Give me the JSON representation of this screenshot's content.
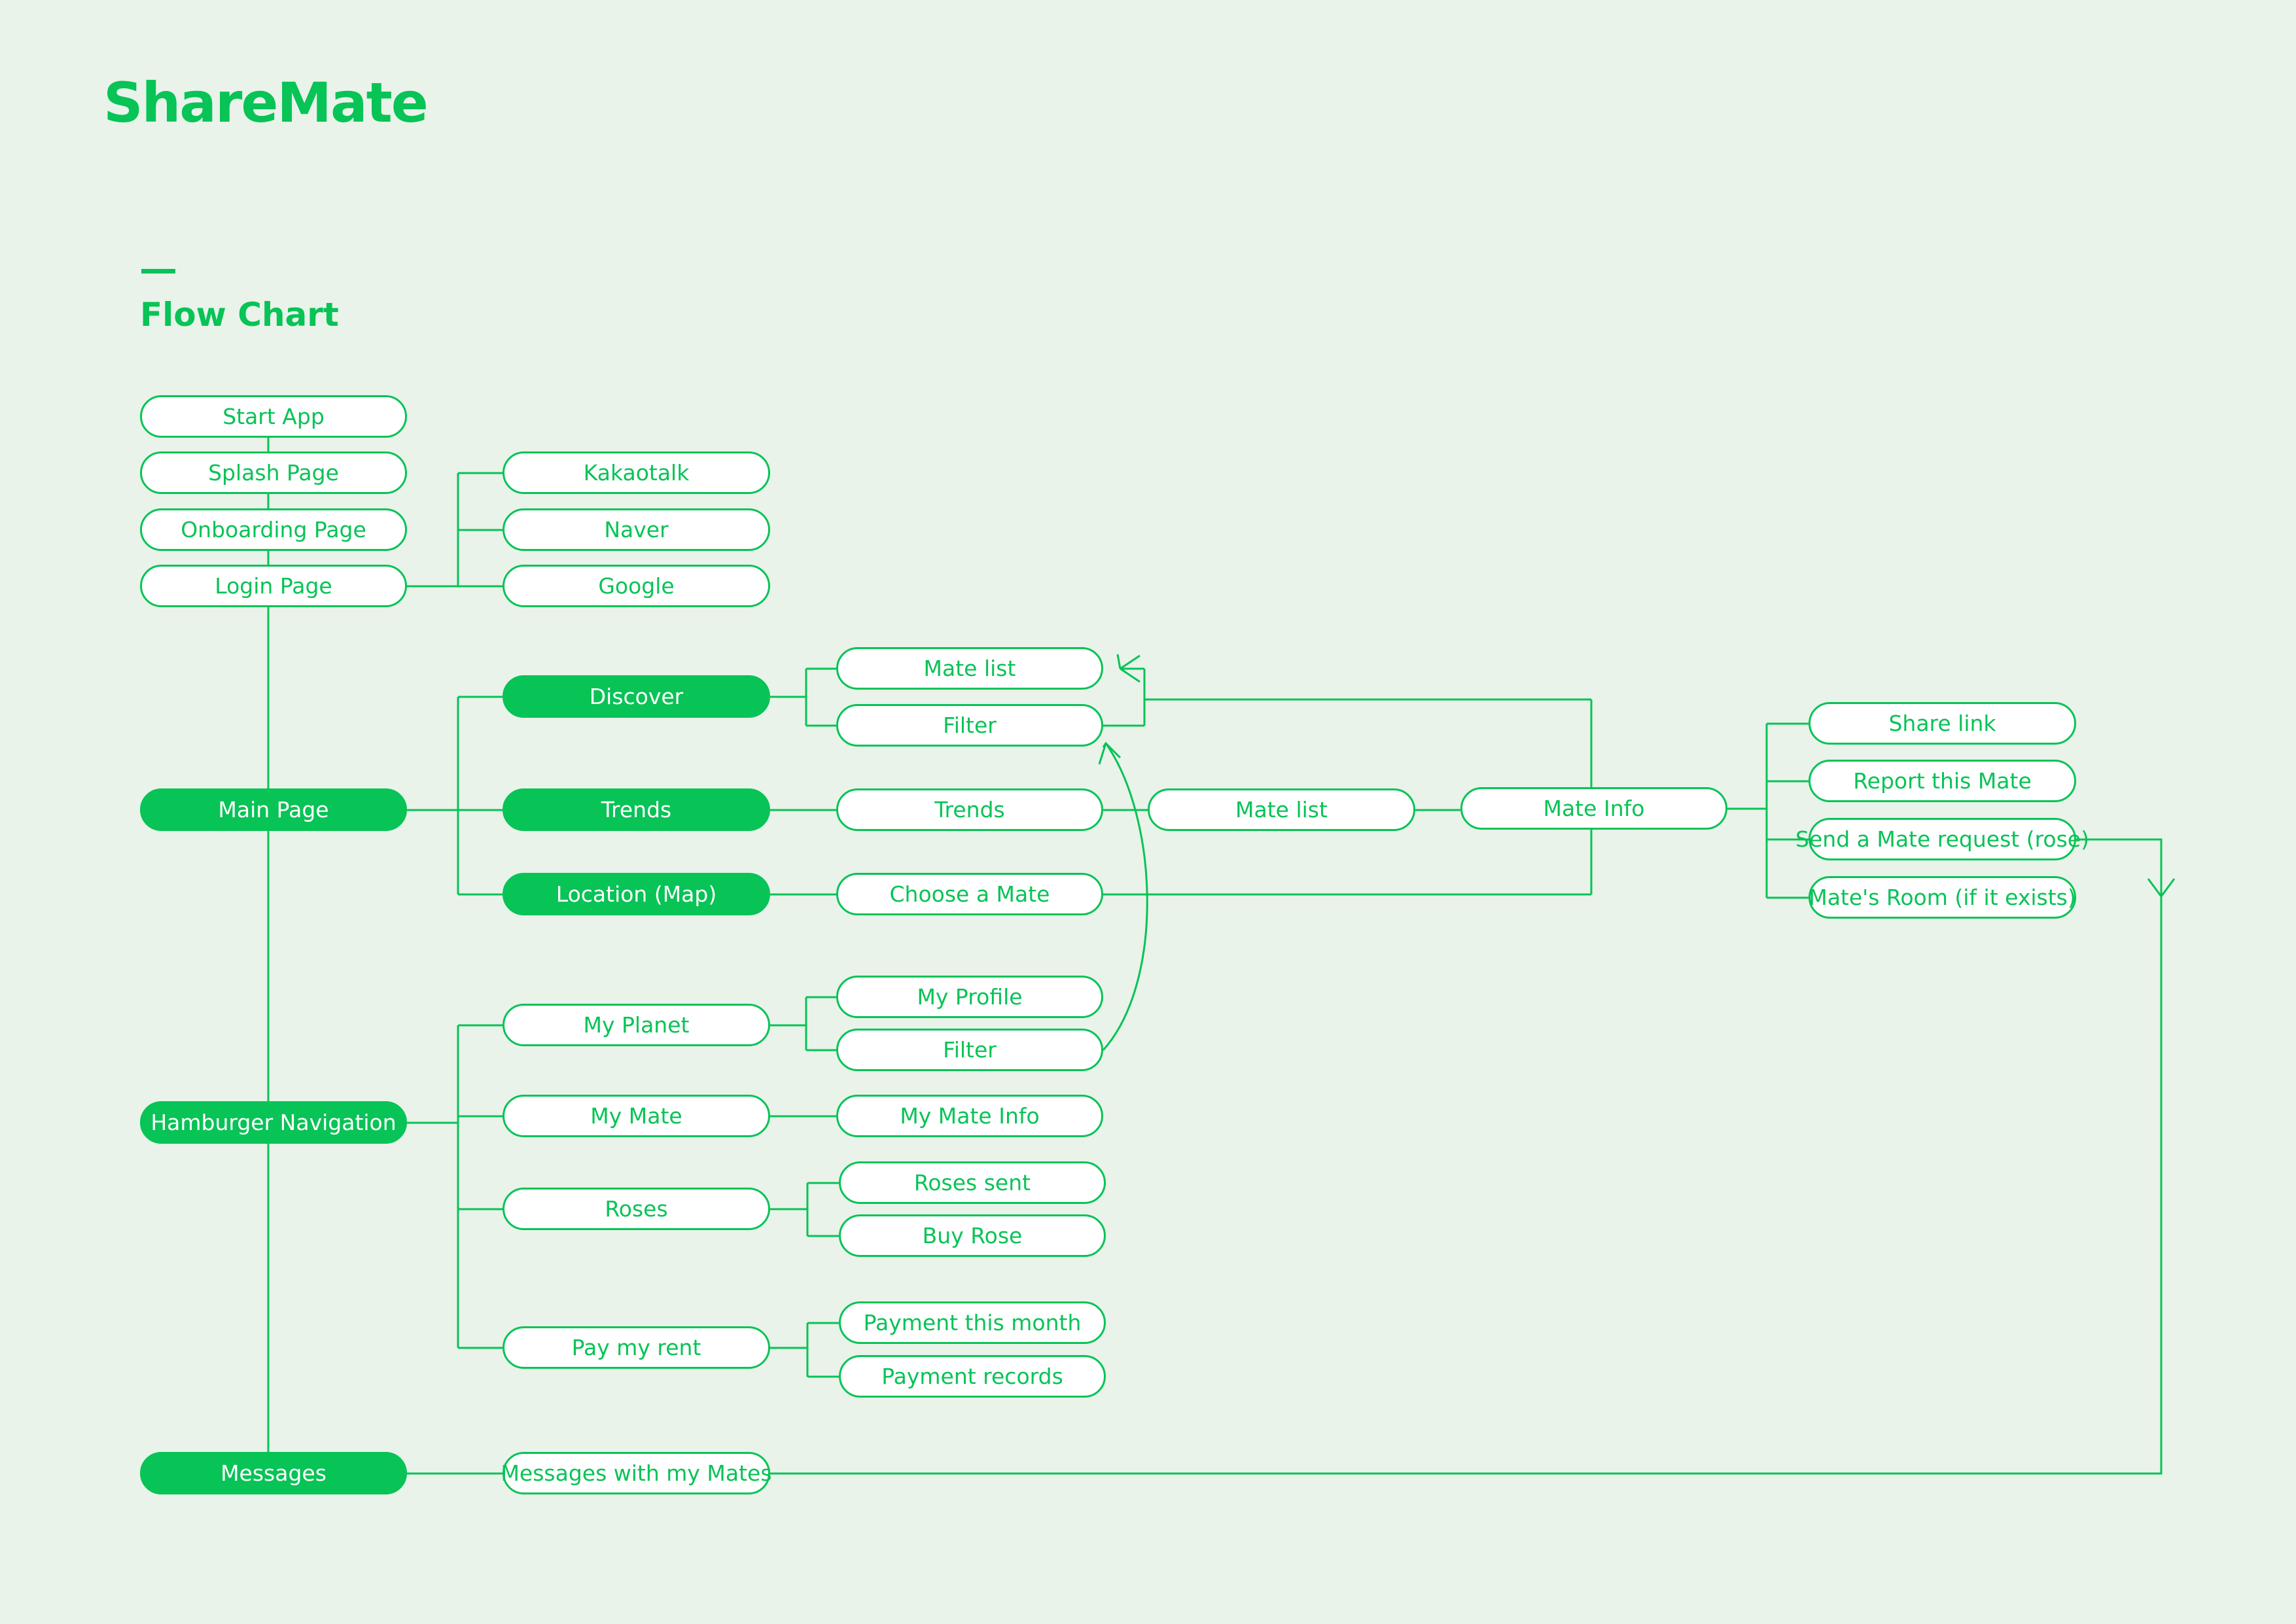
{
  "brand": {
    "name": "ShareMate"
  },
  "section": {
    "title": "Flow Chart"
  },
  "colors": {
    "accent": "#08c356",
    "background": "#e9f3ea",
    "node_fill": "#ffffff"
  },
  "nodes": {
    "start_app": "Start App",
    "splash_page": "Splash Page",
    "onboarding_page": "Onboarding Page",
    "login_page": "Login Page",
    "kakaotalk": "Kakaotalk",
    "naver": "Naver",
    "google": "Google",
    "main_page": "Main Page",
    "discover": "Discover",
    "trends": "Trends",
    "location_map": "Location (Map)",
    "mate_list": "Mate list",
    "filter": "Filter",
    "trends_sub": "Trends",
    "choose_mate": "Choose a Mate",
    "mate_list_2": "Mate list",
    "mate_info": "Mate Info",
    "share_link": "Share link",
    "report_mate": "Report this Mate",
    "send_request": "Send a Mate request (rose)",
    "mates_room": "Mate's Room (if it exists)",
    "hamburger_nav": "Hamburger Navigation",
    "my_planet": "My Planet",
    "my_profile": "My Profile",
    "filter_2": "Filter",
    "my_mate": "My Mate",
    "my_mate_info": "My Mate Info",
    "roses": "Roses",
    "roses_sent": "Roses sent",
    "buy_rose": "Buy Rose",
    "pay_rent": "Pay my rent",
    "payment_month": "Payment this month",
    "payment_records": "Payment records",
    "messages": "Messages",
    "messages_mates": "Messages with my Mates"
  }
}
